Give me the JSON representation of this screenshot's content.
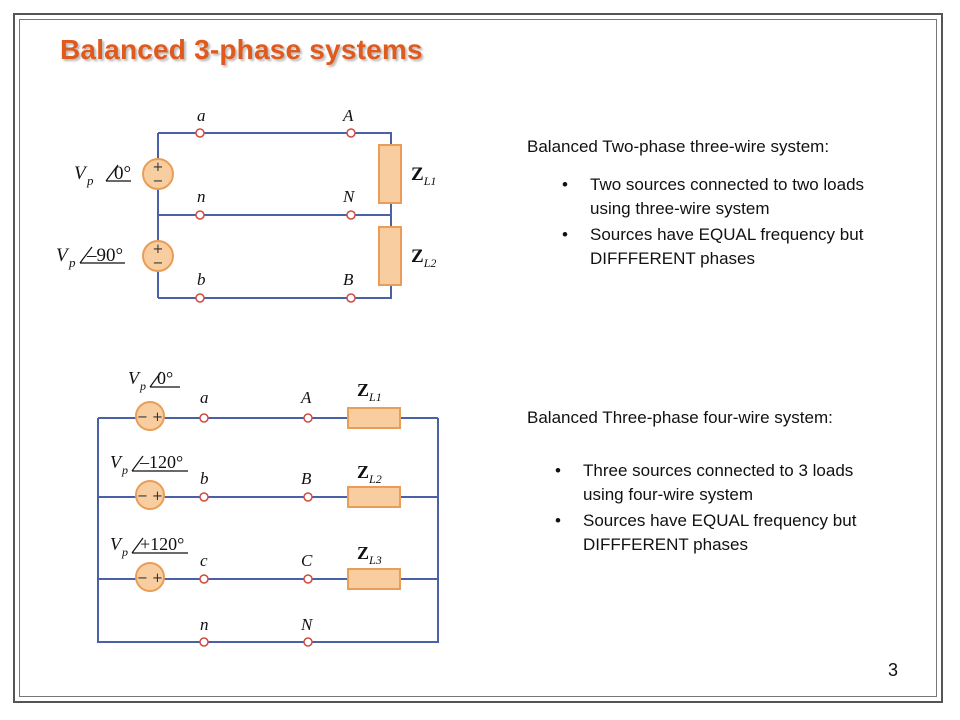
{
  "slide": {
    "title": "Balanced 3-phase systems",
    "page_number": "3"
  },
  "section_two_phase": {
    "heading": "Balanced Two-phase three-wire system:",
    "bullets": [
      "Two sources connected to two loads using three-wire system",
      "Sources have EQUAL frequency but DIFFFERENT phases"
    ],
    "circuit": {
      "node_labels": [
        "a",
        "A",
        "n",
        "N",
        "b",
        "B"
      ],
      "sources": [
        {
          "magnitude": "V",
          "subscript": "p",
          "angle": "0°"
        },
        {
          "magnitude": "V",
          "subscript": "p",
          "angle": "–90°"
        }
      ],
      "loads": [
        {
          "symbol": "Z",
          "subscript": "L1"
        },
        {
          "symbol": "Z",
          "subscript": "L2"
        }
      ]
    }
  },
  "section_three_phase": {
    "heading": "Balanced Three-phase four-wire system:",
    "bullets": [
      "Three sources connected to 3 loads using four-wire system",
      "Sources have EQUAL frequency but DIFFFERENT phases"
    ],
    "circuit": {
      "node_labels": [
        "a",
        "A",
        "b",
        "B",
        "c",
        "C",
        "n",
        "N"
      ],
      "sources": [
        {
          "magnitude": "V",
          "subscript": "p",
          "angle": "0°"
        },
        {
          "magnitude": "V",
          "subscript": "p",
          "angle": "–120°"
        },
        {
          "magnitude": "V",
          "subscript": "p",
          "angle": "+120°"
        }
      ],
      "loads": [
        {
          "symbol": "Z",
          "subscript": "L1"
        },
        {
          "symbol": "Z",
          "subscript": "L2"
        },
        {
          "symbol": "Z",
          "subscript": "L3"
        }
      ]
    }
  },
  "colors": {
    "title": "#e0591d",
    "wire": "#4a61a8",
    "source_fill": "#f8cda0",
    "terminal_stroke": "#d04a3e"
  }
}
